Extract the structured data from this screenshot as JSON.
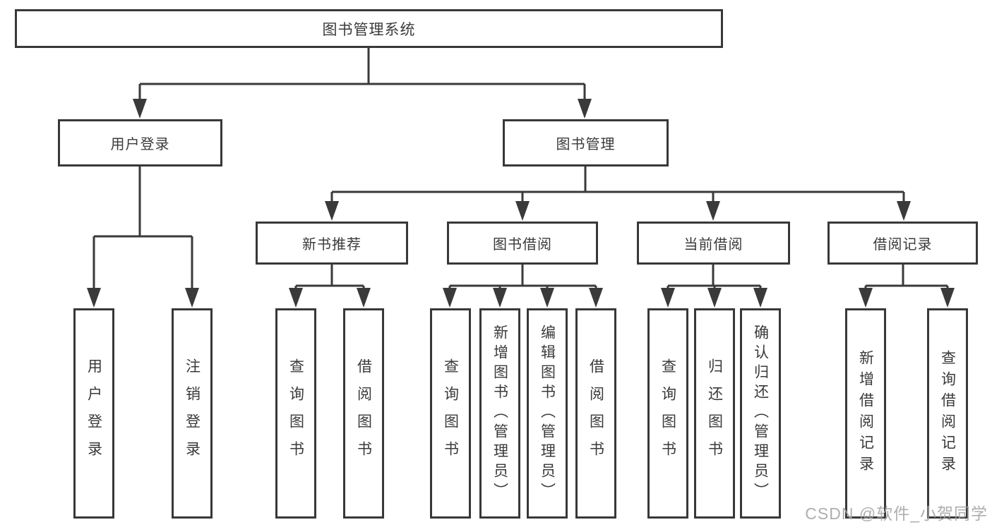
{
  "diagram": {
    "type": "hierarchy-tree",
    "root": {
      "label": "图书管理系统"
    },
    "level2": [
      {
        "label": "用户登录"
      },
      {
        "label": "图书管理"
      }
    ],
    "level3": [
      {
        "label": "新书推荐"
      },
      {
        "label": "图书借阅"
      },
      {
        "label": "当前借阅"
      },
      {
        "label": "借阅记录"
      }
    ],
    "leaves": {
      "user_login": [
        {
          "label": "用户登录"
        },
        {
          "label": "注销登录"
        }
      ],
      "new_book_recommend": [
        {
          "label": "查询图书"
        },
        {
          "label": "借阅图书"
        }
      ],
      "book_borrow": [
        {
          "label": "查询图书"
        },
        {
          "label": "新增图书（管理员）"
        },
        {
          "label": "编辑图书（管理员）"
        },
        {
          "label": "借阅图书"
        }
      ],
      "current_borrow": [
        {
          "label": "查询图书"
        },
        {
          "label": "归还图书"
        },
        {
          "label": "确认归还（管理员）"
        }
      ],
      "borrow_records": [
        {
          "label": "新增借阅记录"
        },
        {
          "label": "查询借阅记录"
        }
      ]
    }
  },
  "watermark": {
    "text": "CSDN @软件_小贺同学"
  },
  "colors": {
    "line": "#3a3a3a",
    "border": "#383838",
    "text": "#3a3a3a",
    "background": "#ffffff",
    "watermark": "#a5a5a5"
  }
}
